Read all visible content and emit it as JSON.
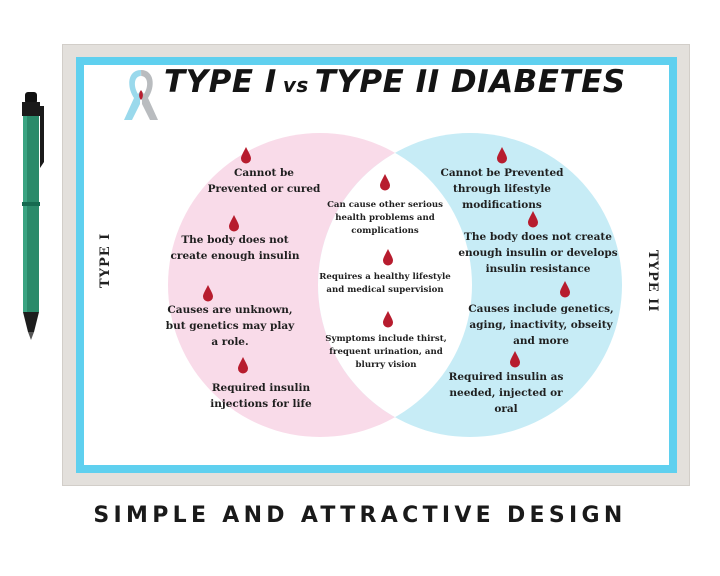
{
  "title": {
    "part1": "TYPE I",
    "vs": "vs",
    "part2": "TYPE II DIABETES"
  },
  "labels": {
    "left": "TYPE I",
    "right": "TYPE II"
  },
  "left_items": [
    "Cannot be\nPrevented or cured",
    "The body does not\ncreate enough insulin",
    "Causes are unknown,\nbut genetics may play\na role.",
    "Required insulin\ninjections for life"
  ],
  "center_items": [
    "Can cause other serious\nhealth problems and\ncomplications",
    "Requires a healthy lifestyle\nand medical supervision",
    "Symptoms include thirst,\nfrequent urination, and\nblurry vision"
  ],
  "right_items": [
    "Cannot be Prevented\nthrough lifestyle\nmodifications",
    "The body does not create\nenough insulin or develops\ninsulin resistance",
    "Causes include genetics,\naging, inactivity, obseity\nand more",
    "Required insulin as\nneeded, injected or oral"
  ],
  "footer": "SIMPLE AND ATTRACTIVE DESIGN",
  "colors": {
    "border": "#5fd0ef",
    "left_circle": "#f9dbe9",
    "right_circle": "#c7ecf6",
    "drop": "#b71c2e",
    "pen": "#2a8a6a"
  },
  "icons": {
    "ribbon": "awareness-ribbon-icon",
    "drop": "blood-drop-icon",
    "pen": "pen-icon"
  }
}
